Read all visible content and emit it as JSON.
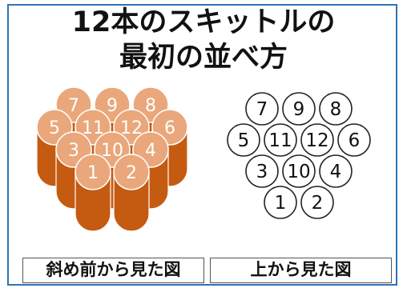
{
  "title": {
    "line1": "12本のスキットルの",
    "line2": "最初の並べ方"
  },
  "captions": {
    "left": "斜め前から見た図",
    "right": "上から見た図"
  },
  "pin_numbers": [
    "7",
    "9",
    "8",
    "5",
    "11",
    "12",
    "6",
    "3",
    "10",
    "4",
    "1",
    "2"
  ],
  "colors": {
    "frame": "#2e74b5",
    "pin_body": "#c55a11",
    "pin_top": "#e9a77b",
    "pin_text": "#ffffff",
    "circle_stroke": "#222222",
    "circle_text": "#111111"
  }
}
